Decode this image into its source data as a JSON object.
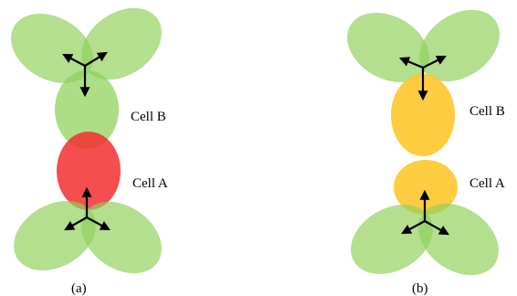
{
  "colors": {
    "background": "#ffffff",
    "lobe_green": "#8fd05a",
    "cell_red": "#f22f2f",
    "cell_yellow": "#fdc62c",
    "arrow": "#000000"
  },
  "panels": [
    {
      "caption": "(a)",
      "cell_b": {
        "label": "Cell B",
        "color_role": "lobe_green"
      },
      "cell_a": {
        "label": "Cell A",
        "color_role": "cell_red"
      }
    },
    {
      "caption": "(b)",
      "cell_b": {
        "label": "Cell B",
        "color_role": "cell_yellow"
      },
      "cell_a": {
        "label": "Cell A",
        "color_role": "cell_yellow"
      }
    }
  ],
  "icons": {
    "tripod_arrow": "three-way-arrow-icon"
  }
}
